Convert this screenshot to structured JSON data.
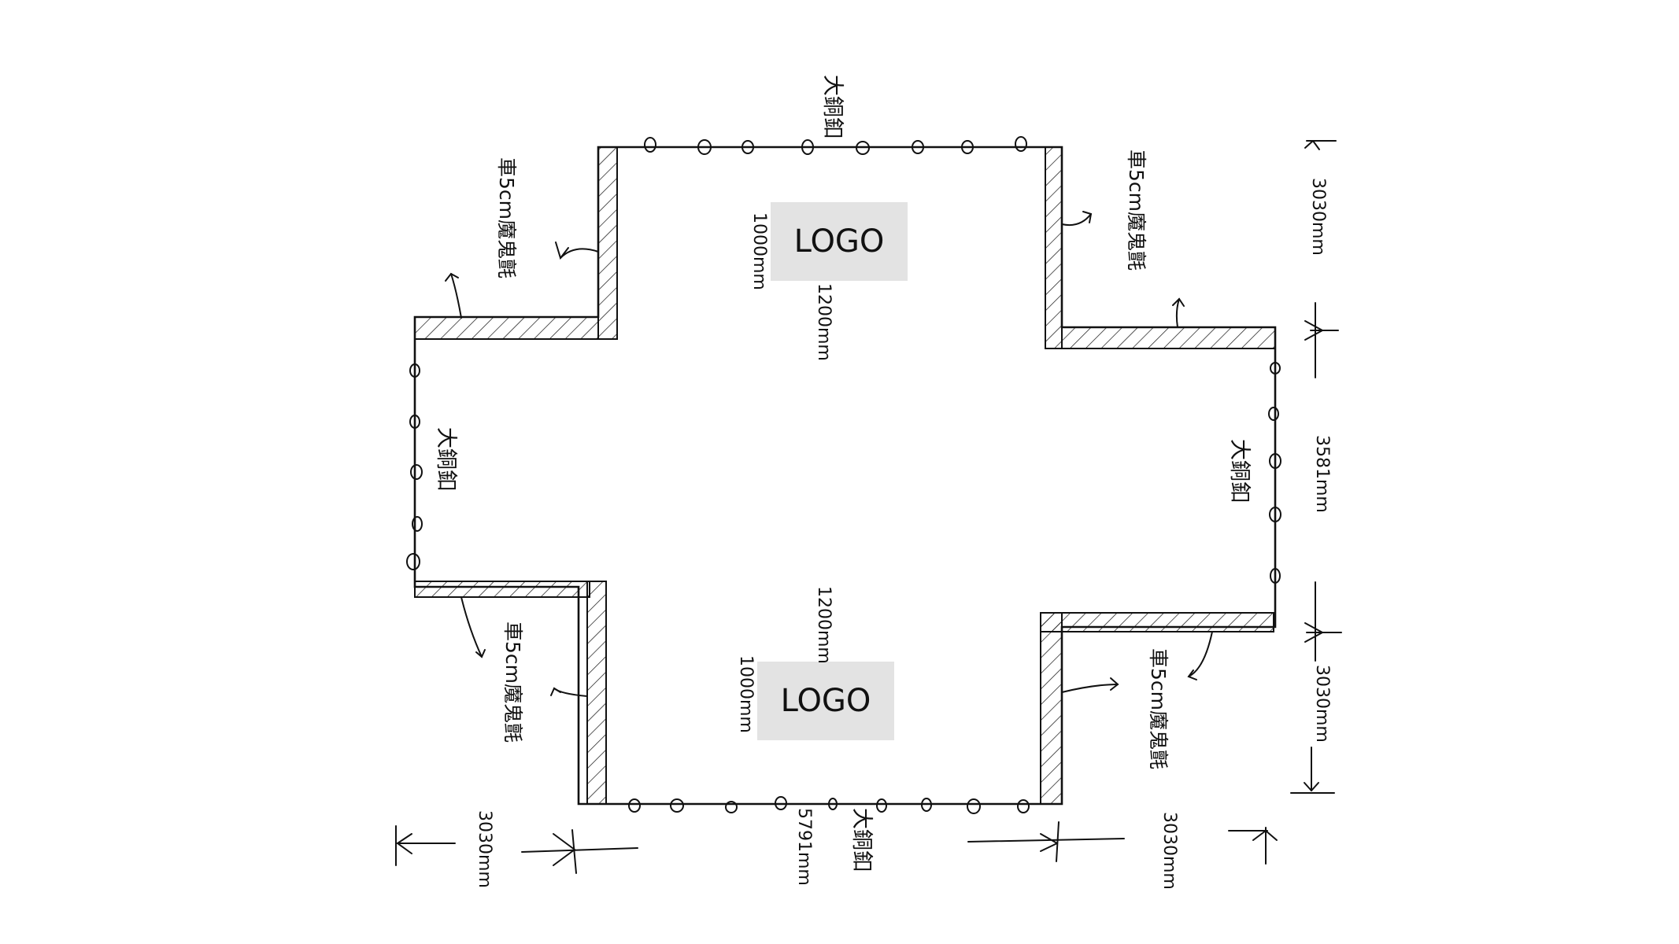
{
  "logos": {
    "top": "LOGO",
    "bottom": "LOGO"
  },
  "dims": {
    "logo_h_top": "1000mm",
    "logo_w_top": "1200mm",
    "logo_h_bottom": "1000mm",
    "logo_w_bottom": "1200mm",
    "right_top": "3030mm",
    "right_mid": "3581mm",
    "right_bottom": "3030mm",
    "bottom_left": "3030mm",
    "bottom_mid": "5791mm",
    "bottom_right": "3030mm"
  },
  "notes": {
    "grommet_top": "大銅釦",
    "grommet_left": "大銅釦",
    "grommet_right": "大銅釦",
    "grommet_bottom": "大銅釦",
    "velcro_tl": "車5cm魔鬼氈",
    "velcro_tr": "車5cm魔鬼氈",
    "velcro_bl": "車5cm魔鬼氈",
    "velcro_br": "車5cm魔鬼氈"
  }
}
